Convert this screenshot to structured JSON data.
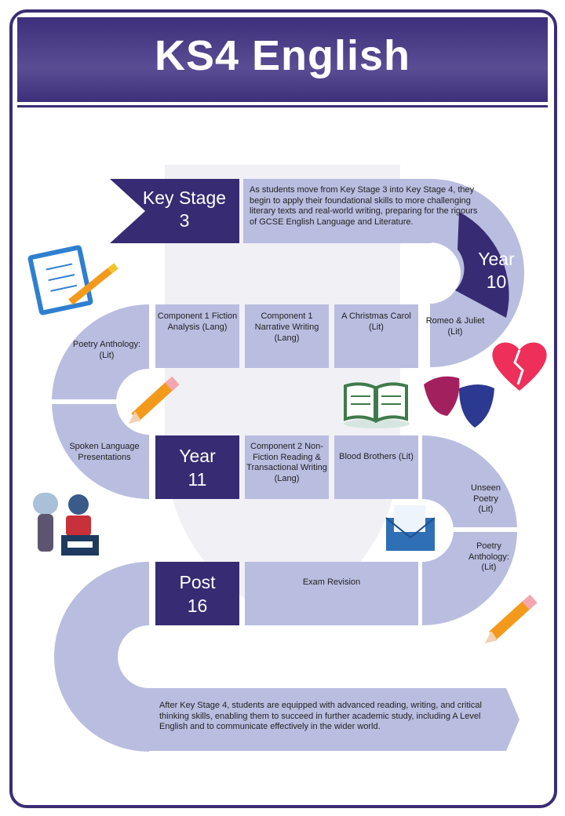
{
  "title": "KS4 English",
  "intro": {
    "stage_label_line1": "Key Stage",
    "stage_label_line2": "3",
    "text": "As students move from Key Stage 3 into Key Stage 4, they begin to apply their foundational skills to more challenging literary texts and real-world writing, preparing for the rigours of GCSE English Language and Literature."
  },
  "year10": {
    "line1": "Year",
    "line2": "10"
  },
  "row2": [
    "Poetry Anthology: (Lit)",
    "Component 1 Fiction Analysis (Lang)",
    "Component 1 Narrative Writing (Lang)",
    "A Christmas Carol (Lit)",
    "Romeo & Juliet (Lit)"
  ],
  "year11": {
    "line1": "Year",
    "line2": "11"
  },
  "row3": [
    "Spoken Language Presentations",
    "Component 2 Non-Fiction Reading & Transactional Writing (Lang)",
    "Blood Brothers (Lit)",
    "Unseen Poetry (Lit)",
    "Poetry Anthology: (Lit)"
  ],
  "post16": {
    "line1": "Post",
    "line2": "16"
  },
  "row4": [
    "Exam Revision"
  ],
  "outro": "After Key Stage 4, students are equipped with advanced reading, writing, and critical thinking skills, enabling them to succeed in further academic study, including A Level English and to communicate effectively in the wider world.",
  "colors": {
    "dark": "#372b73",
    "light": "#b9bde0"
  }
}
